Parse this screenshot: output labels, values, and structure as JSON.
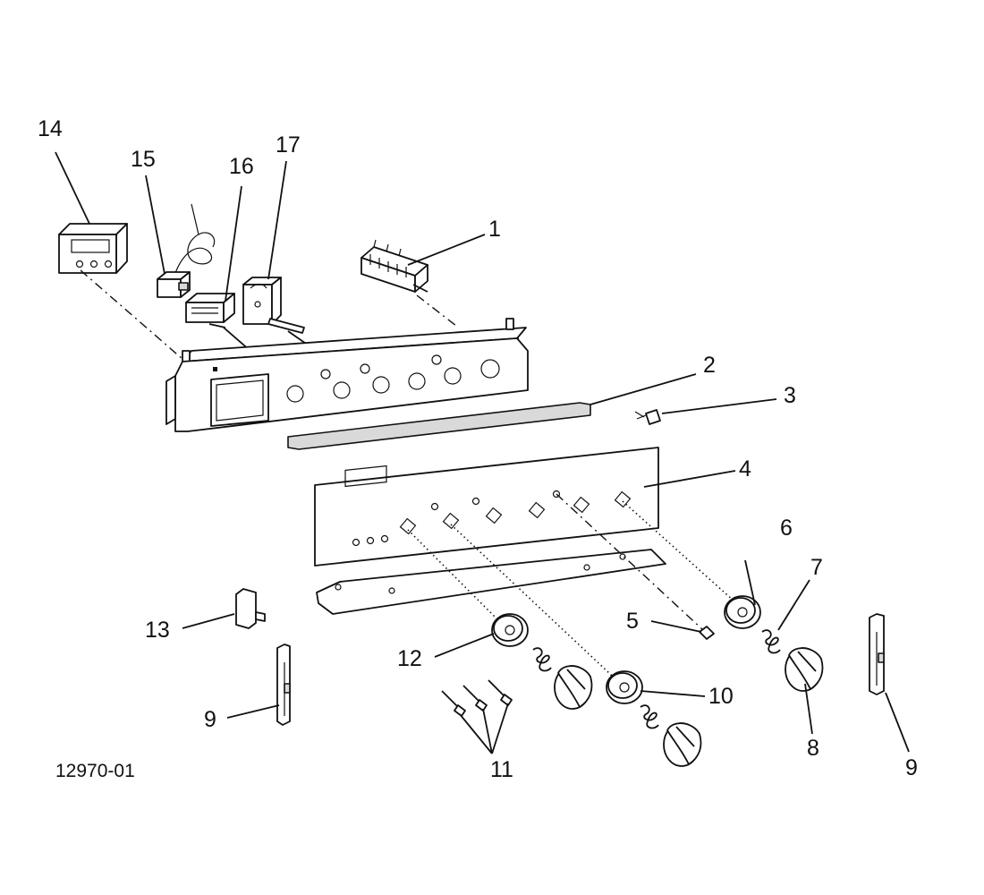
{
  "figure_ref": "12970-01",
  "callouts": [
    {
      "id": "1",
      "label": "1"
    },
    {
      "id": "2",
      "label": "2"
    },
    {
      "id": "3",
      "label": "3"
    },
    {
      "id": "4",
      "label": "4"
    },
    {
      "id": "5",
      "label": "5"
    },
    {
      "id": "6",
      "label": "6"
    },
    {
      "id": "7",
      "label": "7"
    },
    {
      "id": "8",
      "label": "8"
    },
    {
      "id": "9a",
      "label": "9"
    },
    {
      "id": "9b",
      "label": "9"
    },
    {
      "id": "10",
      "label": "10"
    },
    {
      "id": "11",
      "label": "11"
    },
    {
      "id": "12",
      "label": "12"
    },
    {
      "id": "13",
      "label": "13"
    },
    {
      "id": "14",
      "label": "14"
    },
    {
      "id": "15",
      "label": "15"
    },
    {
      "id": "16",
      "label": "16"
    },
    {
      "id": "17",
      "label": "17"
    }
  ]
}
